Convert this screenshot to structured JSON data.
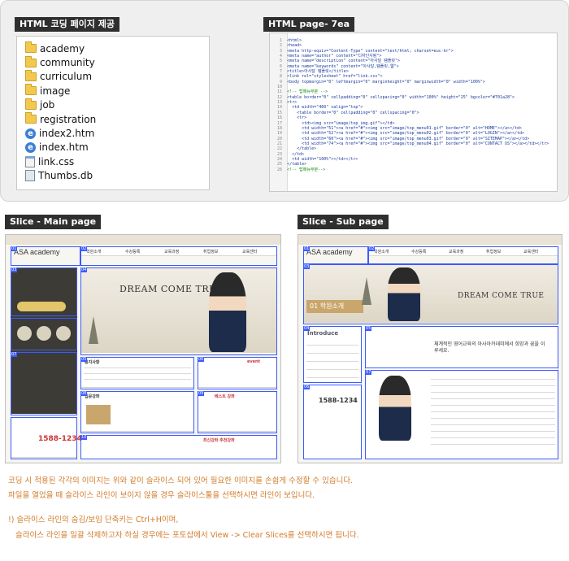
{
  "labels": {
    "files_title": "HTML 코딩 페이지 제공",
    "code_title": "HTML page- 7ea",
    "main_title": "Slice - Main page",
    "sub_title": "Slice - Sub page"
  },
  "files": [
    {
      "name": "academy",
      "icon": "folder-icon"
    },
    {
      "name": "community",
      "icon": "folder-icon"
    },
    {
      "name": "curriculum",
      "icon": "folder-icon"
    },
    {
      "name": "image",
      "icon": "folder-icon"
    },
    {
      "name": "job",
      "icon": "folder-icon"
    },
    {
      "name": "registration",
      "icon": "folder-icon"
    },
    {
      "name": "index2.htm",
      "icon": "ie-icon"
    },
    {
      "name": "index.htm",
      "icon": "ie-icon"
    },
    {
      "name": "link.css",
      "icon": "css-icon"
    },
    {
      "name": "Thumbs.db",
      "icon": "db-icon"
    }
  ],
  "code_lines": [
    "<html>",
    "<head>",
    "<meta http-equiv=\"Content-Type\" content=\"text/html; charset=euc-kr\">",
    "<meta name=\"author\" content=\"디자인사랑\">",
    "<meta name=\"description\" content=\"아사달 템플릿\">",
    "<meta name=\"keywords\" content=\"아사달,템플릿,웹\">",
    "<title>아사달 템플릿</title>",
    "<link rel=\"stylesheet\" href=\"link.css\">",
    "<body topmargin=\"0\" leftmargin=\"0\" marginheight=\"0\" marginwidth=\"0\" width=\"100%\">",
    "",
    "<!-- 탑메뉴부분 -->",
    "<table border=\"0\" cellpadding=\"0\" cellspacing=\"0\" width=\"100%\" height=\"25\" bgcolor=\"#701a28\">",
    "<tr>",
    "  <td width=\"460\" valign=\"top\">",
    "    <table border=\"0\" cellpadding=\"0\" cellspacing=\"0\">",
    "    <tr>",
    "      <td><img src=\"image/top_img.gif\"></td>",
    "      <td width=\"51\"><a href=\"#\"><img src=\"image/top_menu01.gif\" border=\"0\" alt=\"HOME\"></a></td>",
    "      <td width=\"52\"><a href=\"#\"><img src=\"image/top_menu02.gif\" border=\"0\" alt=\"LOGIN\"></a></td>",
    "      <td width=\"60\"><a href=\"#\"><img src=\"image/top_menu03.gif\" border=\"0\" alt=\"SITEMAP\"></a></td>",
    "      <td width=\"74\"><a href=\"#\"><img src=\"image/top_menu04.gif\" border=\"0\" alt=\"CONTACT US\"></a></td></tr>",
    "    </table>",
    "  </td>",
    "  <td width=\"100%\"></td></tr>",
    "</table>",
    "<!-- 탑메뉴부분-->"
  ],
  "main_page": {
    "logo": "ASA academy",
    "nav": [
      "학원소개",
      "수강등록",
      "교육과정",
      "취업정보",
      "교육센터"
    ],
    "tagline": "DREAM COME TRUE",
    "phone": "1588-1234",
    "box_titles": [
      "공지사항",
      "event",
      "입문강좌",
      "베스트 강좌",
      "최신강좌 추천강좌"
    ]
  },
  "sub_page": {
    "logo": "ASA academy",
    "nav": [
      "학원소개",
      "수강등록",
      "교육과정",
      "취업정보",
      "교육센터"
    ],
    "tagline": "DREAM COME TRUE",
    "section": "01 학원소개",
    "intro": "Introduce",
    "phone": "1588-1234",
    "headline": "체계적인 영어교육의 아사아카데미에서 희망과 꿈을 이루세요."
  },
  "notes": [
    "코딩 시 적용된 각각의 이미지는 위와 같이 슬라이스 되어 있어 필요한 이미지를 손쉽게 수정할 수 있습니다.",
    "파일을 열었을 때 슬라이스 라인이 보이지 않을 경우 슬라이스툴을 선택하시면 라인이 보입니다.",
    "!) 슬라이스 라인의 숨김/보임 단축키는 Ctrl+H이며,",
    "   슬라이스 라인을 일괄 삭제하고자 하실 경우에는 포토샵에서 View -> Clear Slices를 선택하시면 됩니다."
  ],
  "colors": {
    "note": "#d27b2a",
    "slice": "#3b5bff",
    "label_bg": "#2f2f2f"
  }
}
